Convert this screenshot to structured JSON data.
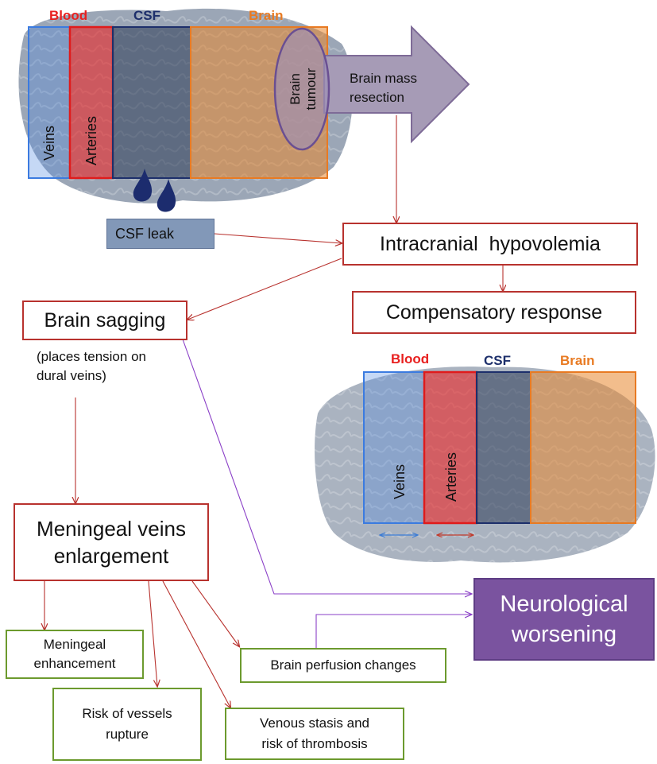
{
  "top_schema": {
    "blood_label": "Blood",
    "csf_label": "CSF",
    "brain_label": "Brain",
    "veins_label": "Veins",
    "arteries_label": "Arteries",
    "tumour_label_line1": "Brain",
    "tumour_label_line2": "tumour",
    "arrow_label_line1": "Brain mass",
    "arrow_label_line2": "resection"
  },
  "csf_leak": "CSF leak",
  "hypovolemia": "Intracranial  hypovolemia",
  "compensatory": "Compensatory response",
  "sagging": "Brain sagging",
  "sagging_note_line1": "(places tension on",
  "sagging_note_line2": "dural veins)",
  "bottom_schema": {
    "blood_label": "Blood",
    "csf_label": "CSF",
    "brain_label": "Brain",
    "veins_label": "Veins",
    "arteries_label": "Arteries"
  },
  "meningeal_veins_line1": "Meningeal veins",
  "meningeal_veins_line2": "enlargement",
  "neuro_line1": "Neurological",
  "neuro_line2": "worsening",
  "enhancement_line1": "Meningeal",
  "enhancement_line2": "enhancement",
  "perfusion": "Brain perfusion changes",
  "rupture_line1": "Risk of vessels",
  "rupture_line2": "rupture",
  "stasis_line1": "Venous stasis and",
  "stasis_line2": "risk of thrombosis",
  "colors": {
    "blood": "#e8201f",
    "csf": "#1d2f6b",
    "brain": "#e87a22",
    "box_border_red": "#b8322e",
    "box_border_green": "#6c9a2e",
    "neuro_fill": "#7a539f",
    "arrow_fill": "#a69bb6",
    "csf_leak_fill": "#8298b8"
  }
}
